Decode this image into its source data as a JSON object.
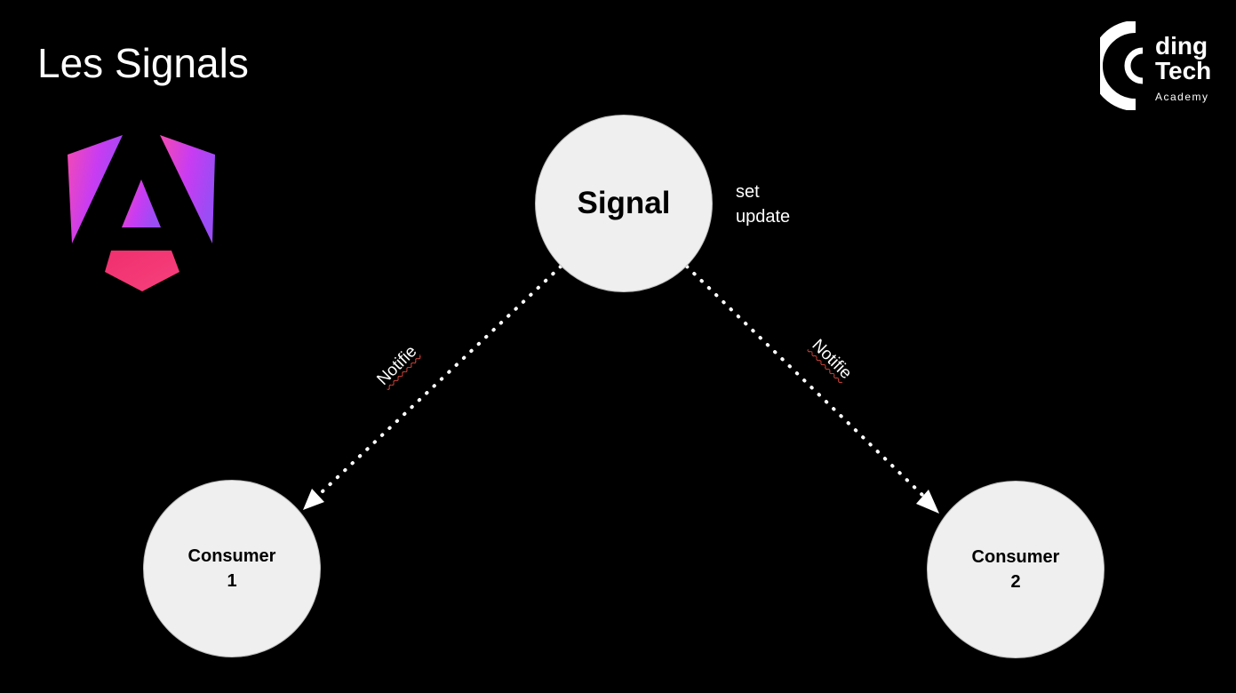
{
  "slide": {
    "title": "Les Signals"
  },
  "logos": {
    "angular": {
      "icon": "angular-logo-icon",
      "colors": [
        "#f43fa0",
        "#c73cf0",
        "#9f47f2",
        "#f0286a"
      ]
    },
    "brand": {
      "icon": "coding-tech-logo-icon",
      "line1": "ding",
      "line2": "Tech",
      "line3": "Academy"
    }
  },
  "diagram": {
    "signal": {
      "label": "Signal",
      "methods": [
        "set",
        "update"
      ]
    },
    "consumers": [
      {
        "line1": "Consumer",
        "line2": "1"
      },
      {
        "line1": "Consumer",
        "line2": "2"
      }
    ],
    "edges": [
      {
        "from": "Signal",
        "to": "Consumer 1",
        "label": "Notifie"
      },
      {
        "from": "Signal",
        "to": "Consumer 2",
        "label": "Notifie"
      }
    ],
    "colors": {
      "background": "#000000",
      "node_fill": "#efefef",
      "edge": "#ffffff",
      "spellcheck_underline": "#e0463c"
    }
  }
}
